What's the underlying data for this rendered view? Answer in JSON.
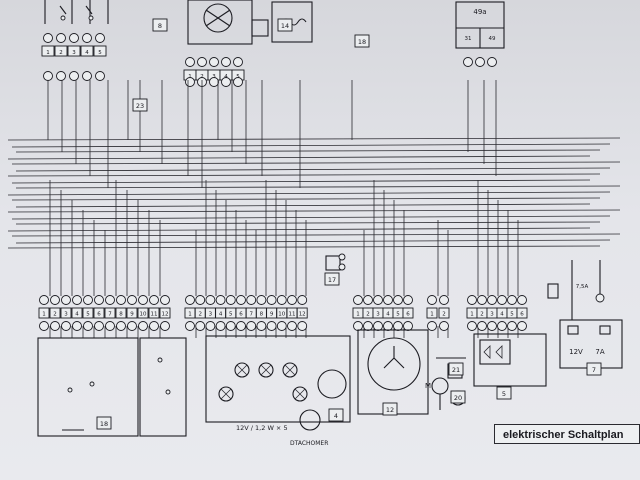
{
  "title": "elektrischer Schaltplan",
  "notes": {
    "bulbs": "12V / 1,2 W × 5",
    "tachometer": "DTACHOMER"
  },
  "component_numbers": [
    "8",
    "14",
    "18",
    "23",
    "17",
    "12",
    "4",
    "21",
    "20",
    "5",
    "7",
    "18"
  ],
  "relay_label": "49a",
  "relay_terminals": [
    "31",
    "49"
  ],
  "battery": {
    "voltage": "12V",
    "capacity": "7A"
  },
  "fuse_rating": "7,5A",
  "terminal_numbers": [
    "1",
    "2",
    "3",
    "4",
    "5",
    "6",
    "7",
    "8",
    "9",
    "10",
    "11",
    "12"
  ],
  "motor_label": "M"
}
